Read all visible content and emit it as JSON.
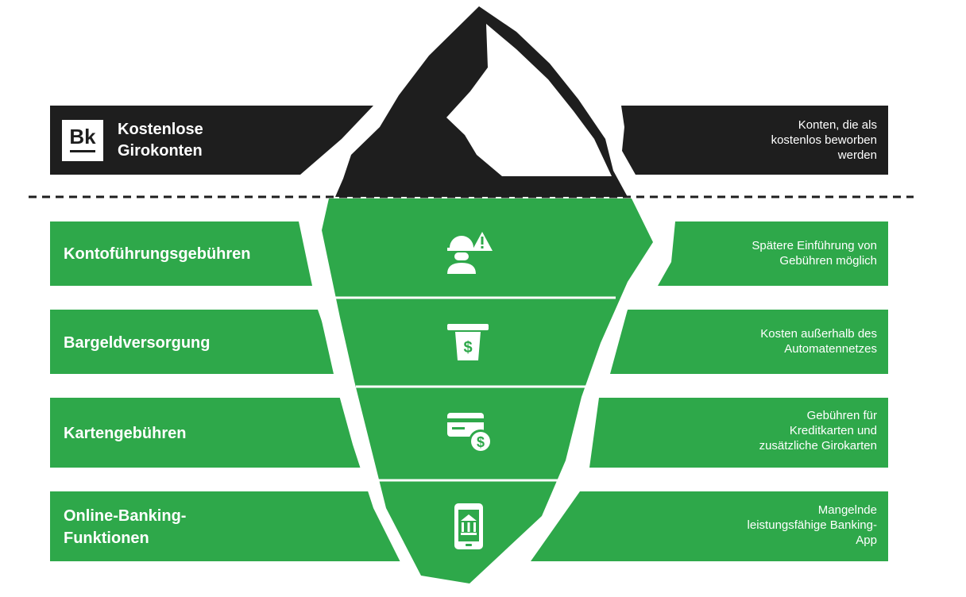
{
  "logo": {
    "text": "Bk"
  },
  "top": {
    "title": "Kostenlose\nGirokonten",
    "description": "Konten, die als\nkostenlos beworben\nwerden"
  },
  "rows": [
    {
      "title": "Kontoführungsgebühren",
      "description": "Spätere Einführung von\nGebühren möglich",
      "icon": "worker-warning-icon"
    },
    {
      "title": "Bargeldversorgung",
      "description": "Kosten außerhalb des\nAutomatennetzes",
      "icon": "atm-cash-icon"
    },
    {
      "title": "Kartengebühren",
      "description": "Gebühren für\nKreditkarten und\nzusätzliche Girokarten",
      "icon": "card-dollar-icon"
    },
    {
      "title": "Online-Banking-\nFunktionen",
      "description": "Mangelnde\nleistungsfähige Banking-\nApp",
      "icon": "mobile-bank-icon"
    }
  ],
  "colors": {
    "dark": "#1e1e1e",
    "green": "#2ea84a",
    "white": "#ffffff"
  }
}
